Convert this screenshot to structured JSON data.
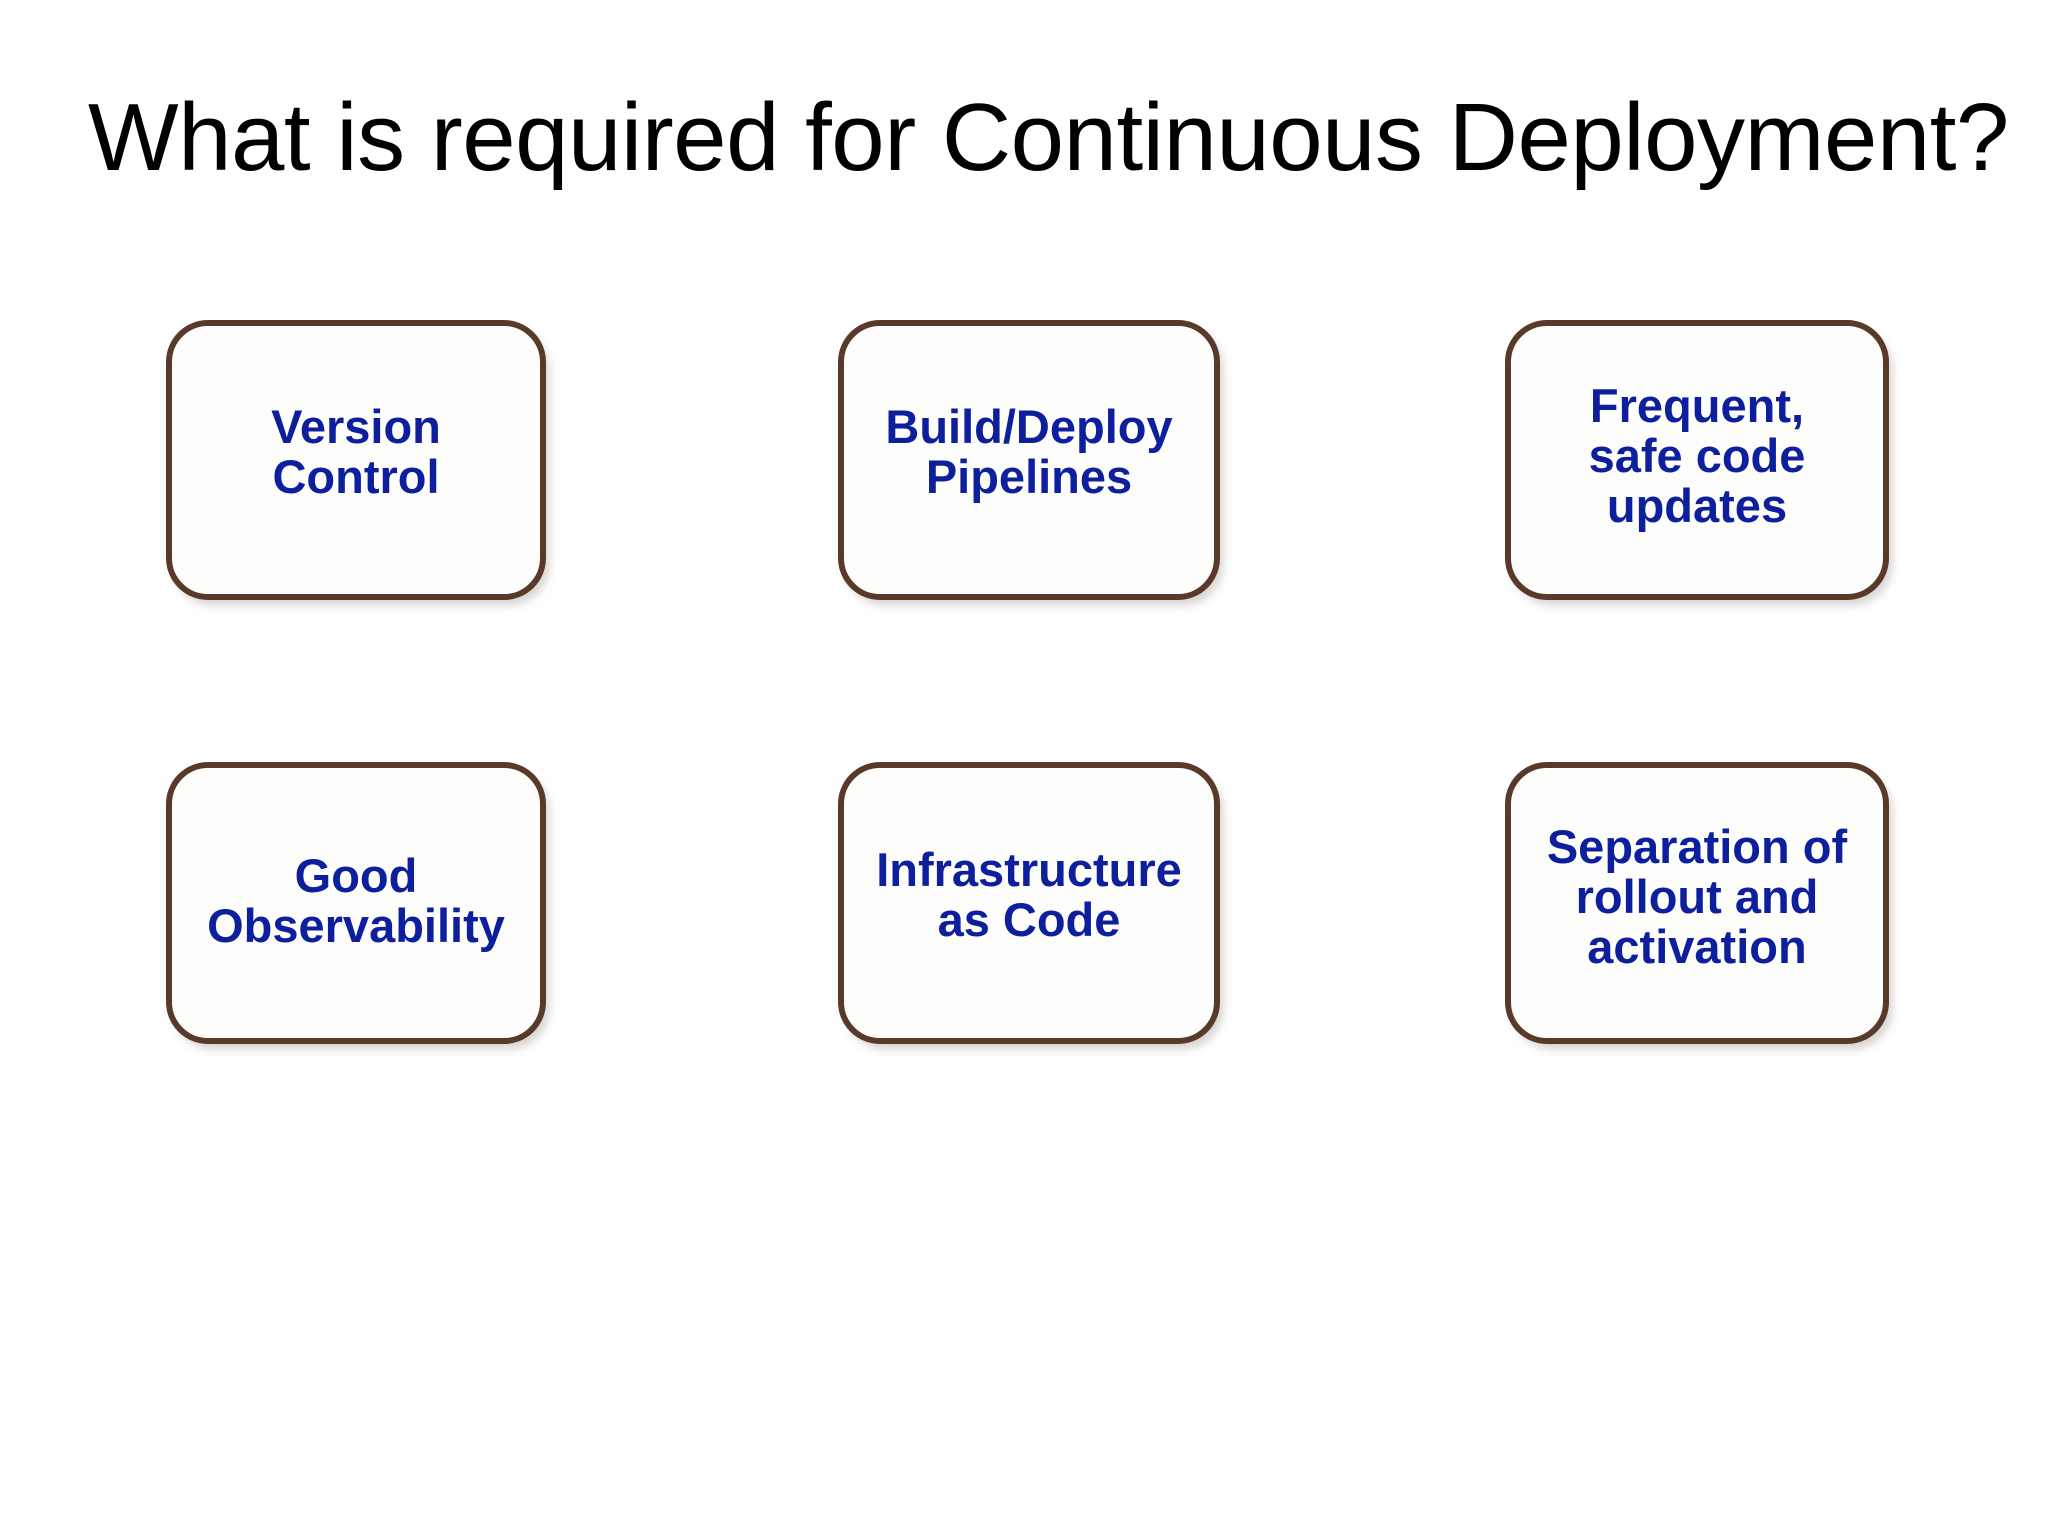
{
  "slide": {
    "title": "What is required for Continuous Deployment?",
    "background_color": "#ffffff",
    "title_color": "#000000"
  },
  "style": {
    "box_border_color": "#58392a",
    "box_fill_color": "#fdfdfb",
    "box_text_color": "#0d1f9c"
  },
  "boxes": [
    {
      "id": "version-control",
      "label": "Version\nControl",
      "row": 1,
      "column": 1
    },
    {
      "id": "build-deploy",
      "label": "Build/Deploy\nPipelines",
      "row": 1,
      "column": 2
    },
    {
      "id": "frequent-updates",
      "label": "Frequent,\nsafe code\nupdates",
      "row": 1,
      "column": 3
    },
    {
      "id": "good-observability",
      "label": "Good\nObservability",
      "row": 2,
      "column": 1
    },
    {
      "id": "infra-as-code",
      "label": "Infrastructure\nas Code",
      "row": 2,
      "column": 2
    },
    {
      "id": "separation",
      "label": "Separation of\nrollout and\nactivation",
      "row": 2,
      "column": 3
    }
  ]
}
